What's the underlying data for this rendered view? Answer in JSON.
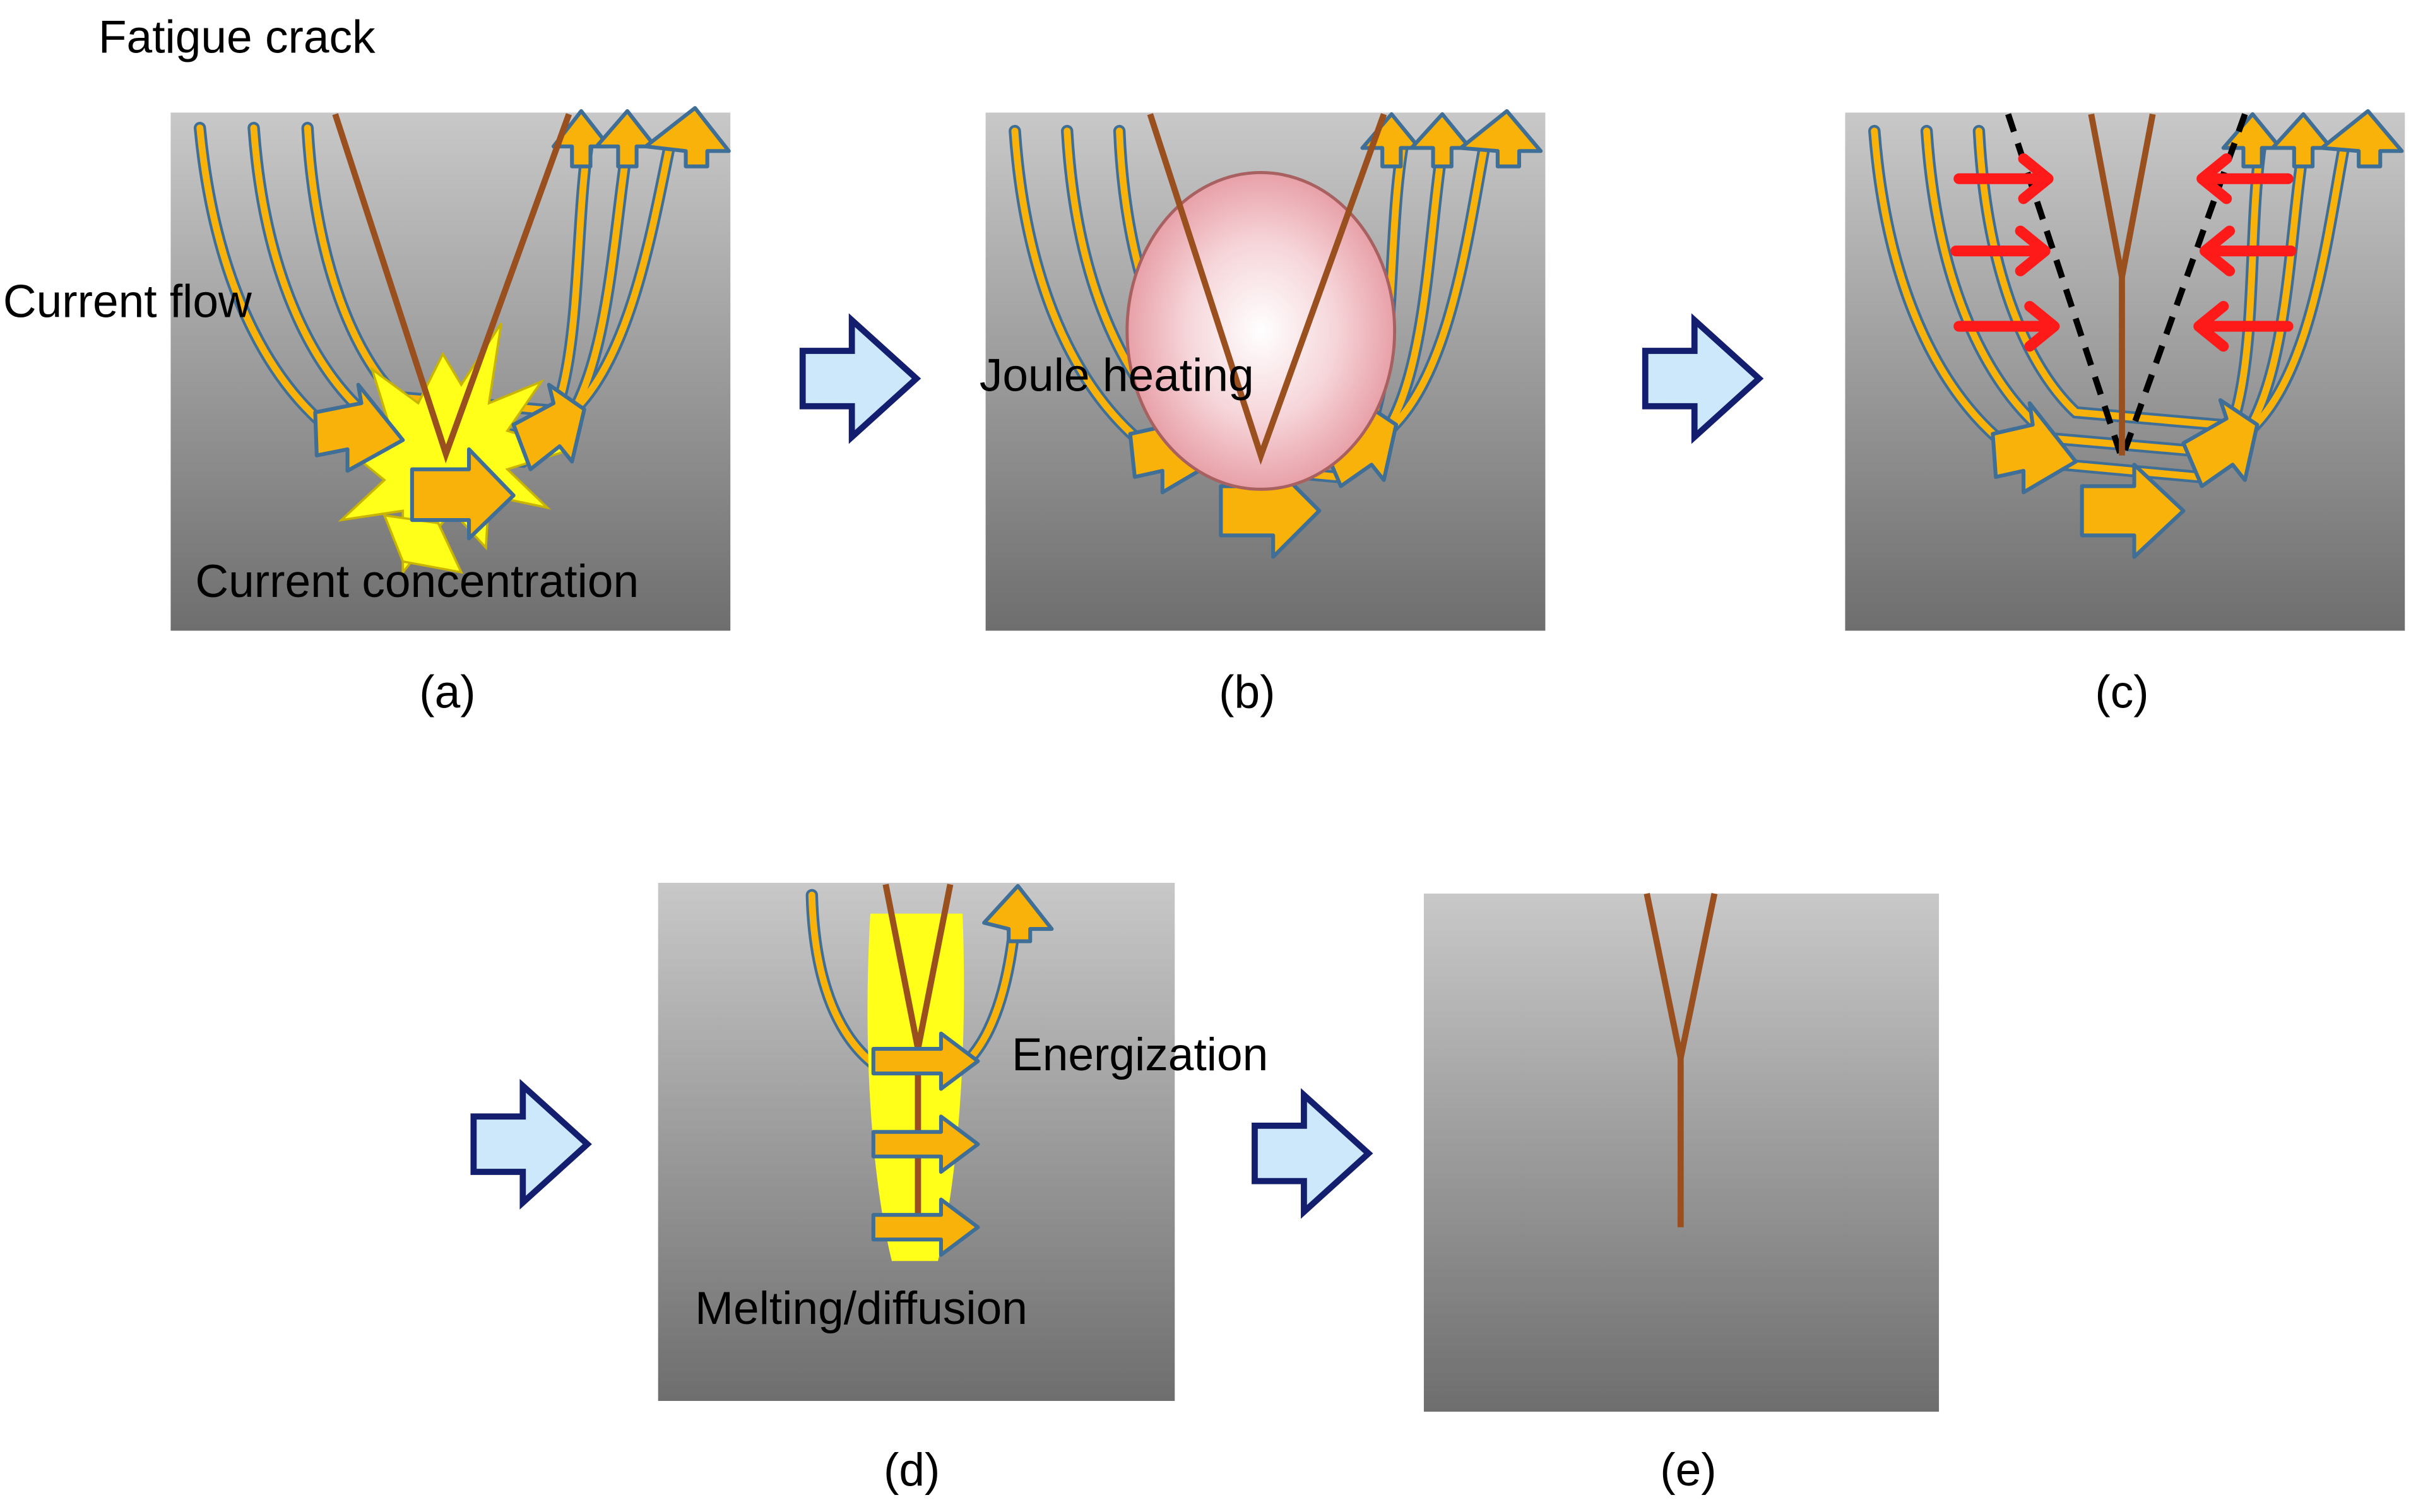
{
  "labels": {
    "fatigue_crack": "Fatigue crack",
    "current_flow": "Current flow",
    "current_concentration": "Current concentration",
    "joule_heating": "Joule heating",
    "energization": "Energization",
    "melting_diffusion": "Melting/diffusion"
  },
  "panels": {
    "a": "(a)",
    "b": "(b)",
    "c": "(c)",
    "d": "(d)",
    "e": "(e)"
  },
  "colors": {
    "background": "#ffffff",
    "block_top": "#c8c8c8",
    "block_bottom": "#6e6e6e",
    "crack": "#9a4f1f",
    "current_fill": "#f8b20a",
    "current_stroke": "#3f6e96",
    "spark": "#ffff1a",
    "joule_pink": "#e8a0a8",
    "compress_arrow": "#ff1a1a",
    "step_arrow_fill": "#cce8fa",
    "step_arrow_stroke": "#141e6e",
    "dash": "#000000"
  }
}
